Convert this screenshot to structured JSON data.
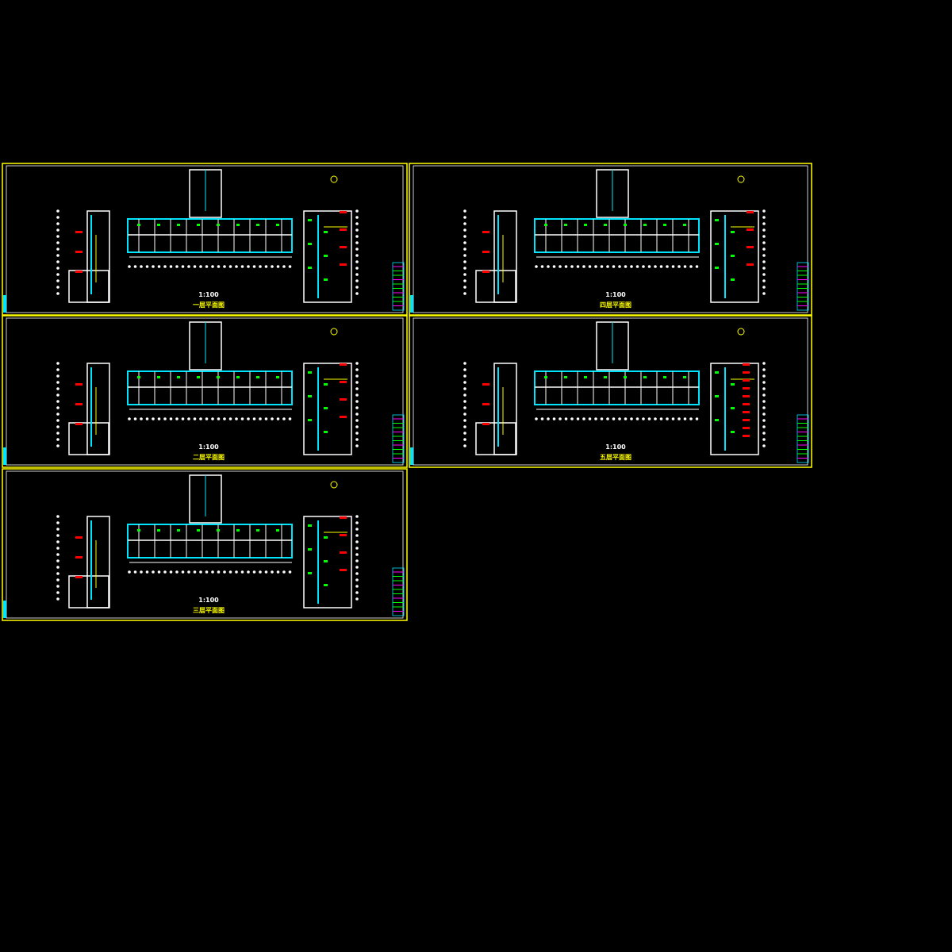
{
  "colors": {
    "frame": "#ffff00",
    "wall": "#ffffff",
    "pipe": "#00e5ff",
    "fixture": "#00ff00",
    "tag": "#ff0000",
    "accent": "#ff00ff"
  },
  "sheets": [
    {
      "scale": "1:100",
      "title": "一层平面图"
    },
    {
      "scale": "1:100",
      "title": "四层平面图"
    },
    {
      "scale": "1:100",
      "title": "二层平面图"
    },
    {
      "scale": "1:100",
      "title": "五层平面图"
    },
    {
      "scale": "1:100",
      "title": "三层平面图"
    }
  ]
}
